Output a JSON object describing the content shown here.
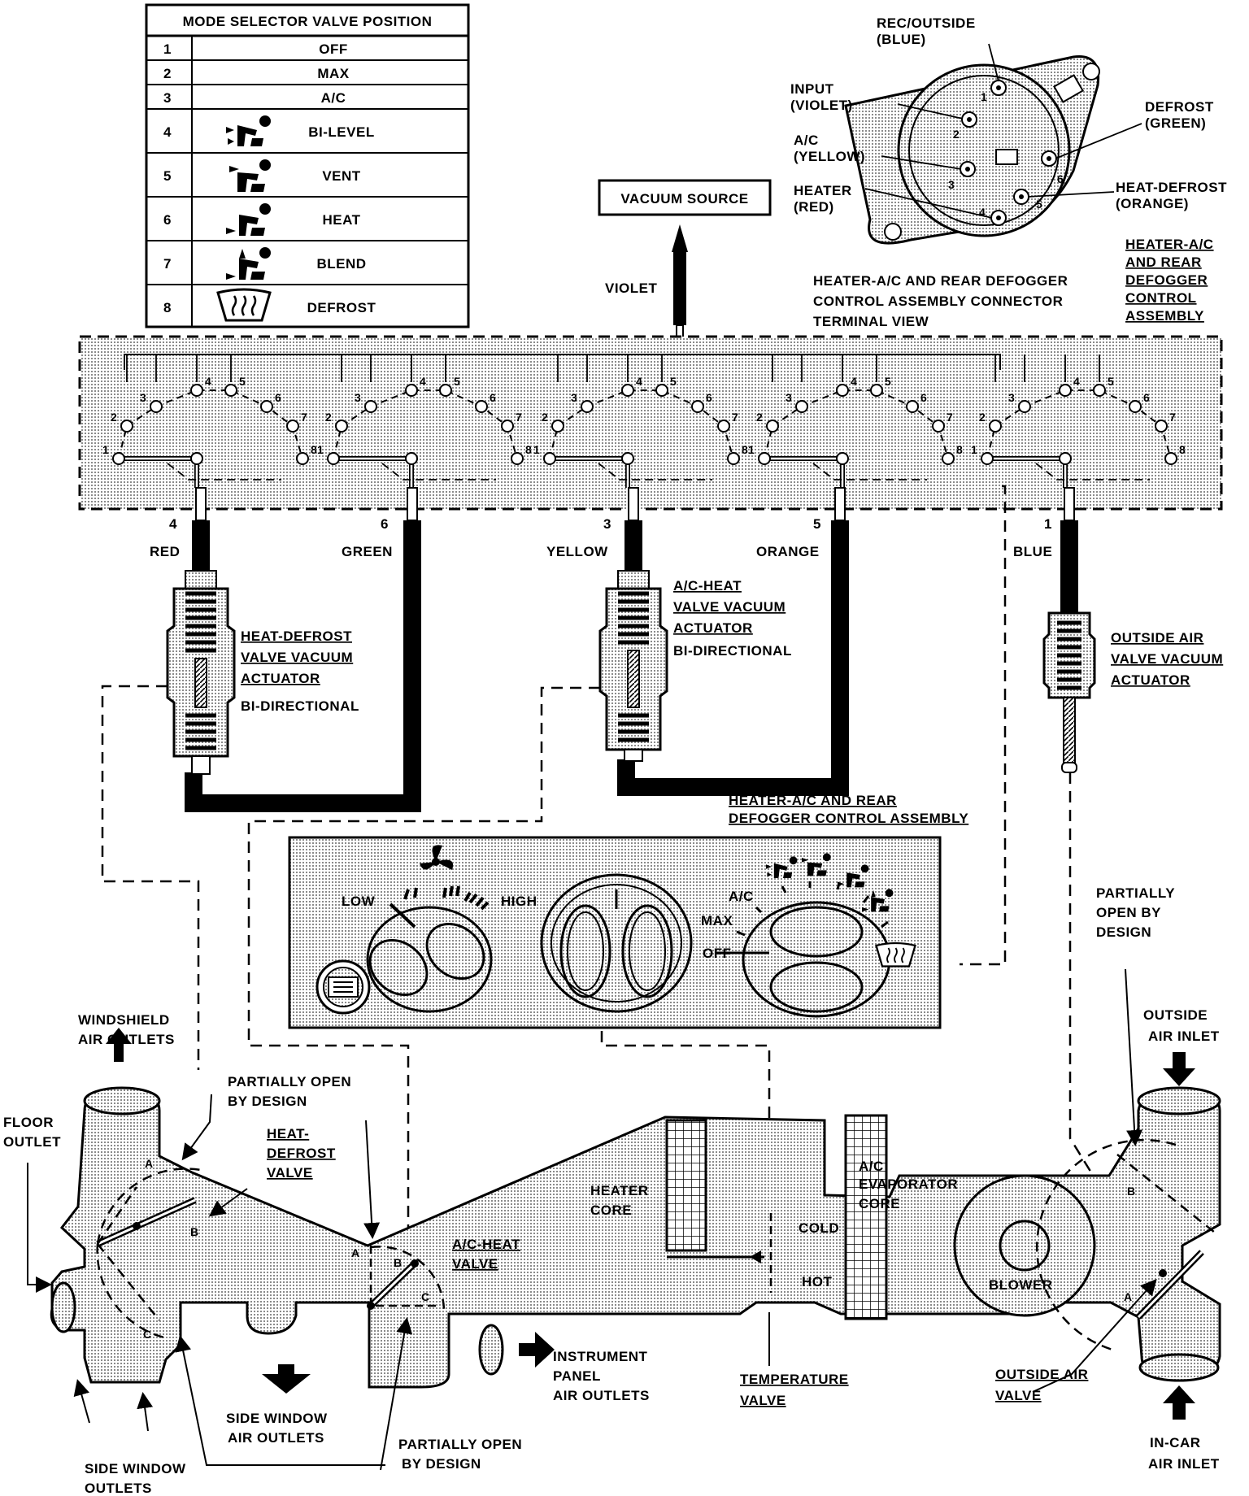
{
  "mode_table": {
    "title": "MODE SELECTOR VALVE POSITION",
    "rows": [
      {
        "num": "1",
        "label": "OFF",
        "icon": ""
      },
      {
        "num": "2",
        "label": "MAX",
        "icon": ""
      },
      {
        "num": "3",
        "label": "A/C",
        "icon": ""
      },
      {
        "num": "4",
        "label": "BI-LEVEL",
        "icon": "bilevel-seat-icon"
      },
      {
        "num": "5",
        "label": "VENT",
        "icon": "vent-seat-icon"
      },
      {
        "num": "6",
        "label": "HEAT",
        "icon": "heat-seat-icon"
      },
      {
        "num": "7",
        "label": "BLEND",
        "icon": "blend-seat-icon"
      },
      {
        "num": "8",
        "label": "DEFROST",
        "icon": "defrost-windshield-icon"
      }
    ]
  },
  "connector": {
    "rec_outside": "REC/OUTSIDE",
    "rec_outside_color": "(BLUE)",
    "input": "INPUT",
    "input_color": "(VIOLET)",
    "ac": "A/C",
    "ac_color": "(YELLOW)",
    "heater": "HEATER",
    "heater_color": "(RED)",
    "defrost": "DEFROST",
    "defrost_color": "(GREEN)",
    "heat_defrost": "HEAT-DEFROST",
    "heat_defrost_color": "(ORANGE)",
    "pins": [
      "1",
      "2",
      "3",
      "4",
      "5",
      "6"
    ],
    "caption": [
      "HEATER-A/C AND REAR DEFOGGER",
      "CONTROL ASSEMBLY CONNECTOR",
      "TERMINAL VIEW"
    ]
  },
  "vacuum_source": "VACUUM SOURCE",
  "violet": "VIOLET",
  "control_assembly_label": [
    "HEATER-A/C",
    "AND REAR",
    "DEFOGGER",
    "CONTROL",
    "ASSEMBLY"
  ],
  "valve_numbers": [
    "1",
    "2",
    "3",
    "4",
    "5",
    "6",
    "7",
    "8"
  ],
  "hoses": [
    {
      "num": "4",
      "color": "RED"
    },
    {
      "num": "6",
      "color": "GREEN"
    },
    {
      "num": "3",
      "color": "YELLOW"
    },
    {
      "num": "5",
      "color": "ORANGE"
    },
    {
      "num": "1",
      "color": "BLUE"
    }
  ],
  "actuators": {
    "heat_defrost": [
      "HEAT-DEFROST",
      "VALVE VACUUM",
      "ACTUATOR",
      "BI-DIRECTIONAL"
    ],
    "ac_heat": [
      "A/C-HEAT",
      "VALVE VACUUM",
      "ACTUATOR",
      "BI-DIRECTIONAL"
    ],
    "outside_air": [
      "OUTSIDE AIR",
      "VALVE VACUUM",
      "ACTUATOR"
    ]
  },
  "control_panel": {
    "title": [
      "HEATER-A/C AND REAR",
      "DEFOGGER CONTROL ASSEMBLY"
    ],
    "low": "LOW",
    "high": "HIGH",
    "ac": "A/C",
    "max": "MAX",
    "off": "OFF"
  },
  "airflow": {
    "windshield_outlets": [
      "WINDSHIELD",
      "AIR OUTLETS"
    ],
    "floor_outlet": [
      "FLOOR",
      "OUTLET"
    ],
    "partially_open_top": [
      "PARTIALLY OPEN",
      "BY DESIGN"
    ],
    "heat_defrost_valve": [
      "HEAT-",
      "DEFROST",
      "VALVE"
    ],
    "ac_heat_valve": [
      "A/C-HEAT",
      "VALVE"
    ],
    "heater_core": [
      "HEATER",
      "CORE"
    ],
    "evaporator_core": [
      "A/C",
      "EVAPORATOR",
      "CORE"
    ],
    "cold": "COLD",
    "hot": "HOT",
    "blower": "BLOWER",
    "partially_open_right": [
      "PARTIALLY",
      "OPEN BY",
      "DESIGN"
    ],
    "outside_air_inlet": [
      "OUTSIDE",
      "AIR INLET"
    ],
    "in_car_air_inlet": [
      "IN-CAR",
      "AIR INLET"
    ],
    "instrument_panel_outlets": [
      "INSTRUMENT",
      "PANEL",
      "AIR OUTLETS"
    ],
    "side_window_air_outlets": [
      "SIDE WINDOW",
      "AIR OUTLETS"
    ],
    "side_window_outlets": [
      "SIDE WINDOW",
      "OUTLETS"
    ],
    "partially_open_bottom": [
      "PARTIALLY OPEN",
      "BY DESIGN"
    ],
    "temperature_valve": "TEMPERATURE VALVE",
    "temperature_valve_lines": [
      "TEMPERATURE",
      "VALVE"
    ],
    "outside_air_valve": [
      "OUTSIDE AIR",
      "VALVE"
    ],
    "door_letters": [
      "A",
      "B",
      "C"
    ]
  }
}
